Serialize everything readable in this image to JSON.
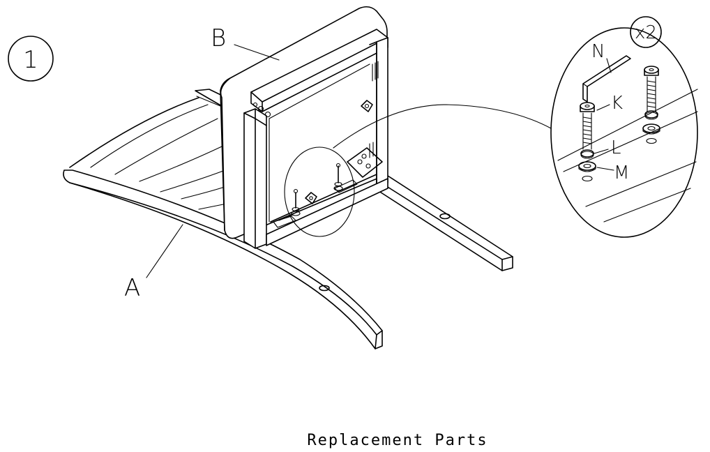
{
  "step": {
    "number": "1"
  },
  "labels": {
    "seat": "B",
    "base": "A",
    "hex_key": "N",
    "bolt": "K",
    "lock_washer": "L",
    "flat_washer": "M",
    "quantity": "x2"
  },
  "caption": "Replacement Parts"
}
